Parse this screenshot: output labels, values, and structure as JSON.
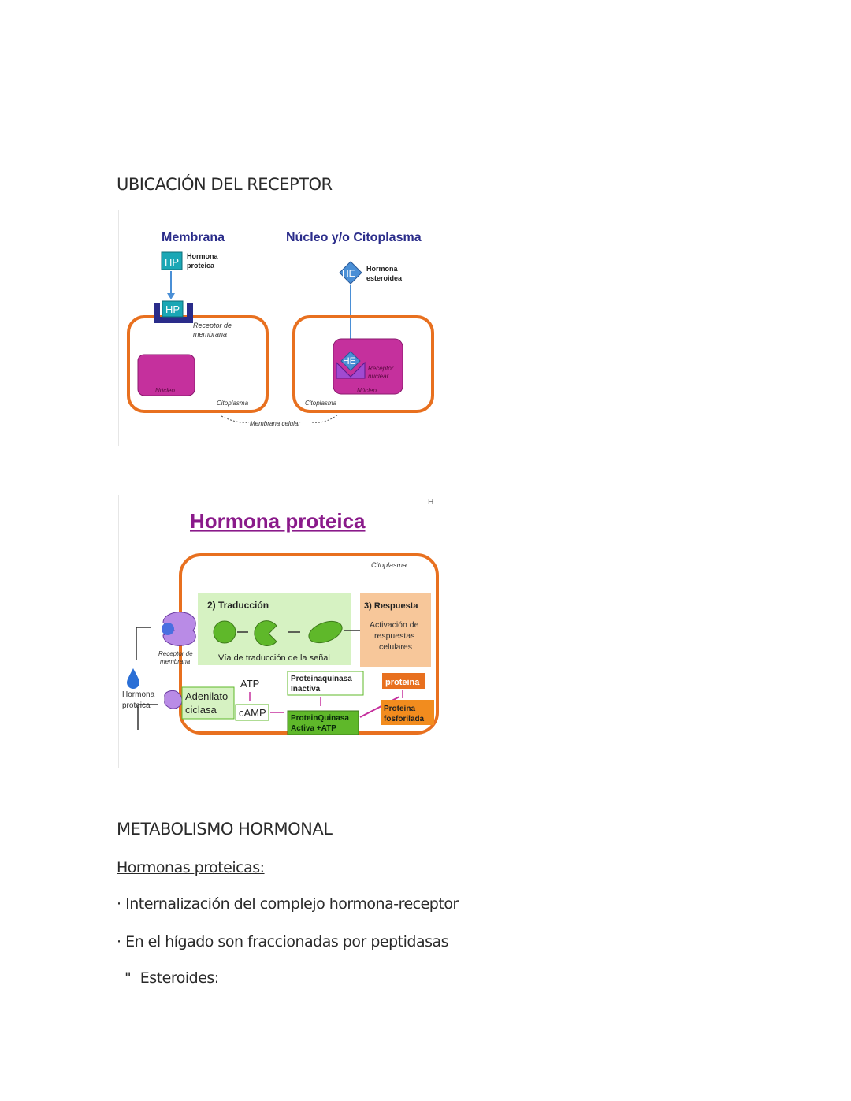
{
  "section1": {
    "heading": "UBICACIÓN DEL RECEPTOR"
  },
  "figure1": {
    "membrana_title": "Membrana",
    "nucleo_title": "Núcleo y/o Citoplasma",
    "hp": "HP",
    "hormona_proteica_1": "Hormona",
    "hormona_proteica_2": "proteica",
    "receptor_membrana_1": "Receptor de",
    "receptor_membrana_2": "membrana",
    "nucleo_label": "Núcleo",
    "citoplasma_label": "Citoplasma",
    "he": "HE",
    "hormona_esteroidea_1": "Hormona",
    "hormona_esteroidea_2": "esteroidea",
    "receptor_nuclear_1": "Receptor",
    "receptor_nuclear_2": "nuclear",
    "membrana_celular": "Membrana celular"
  },
  "figure2": {
    "corner_mark": "H",
    "title": "Hormona proteica",
    "citoplasma": "Citoplasma",
    "traduccion": "2) Traducción",
    "respuesta": "3) Respuesta",
    "activacion_1": "Activación de",
    "activacion_2": "respuestas",
    "activacion_3": "celulares",
    "via": "Vía de traducción de la señal",
    "receptor_1": "Receptor de",
    "receptor_2": "membrana",
    "hormona_1": "Hormona",
    "hormona_2": "proteica",
    "adenilato_1": "Adenilato",
    "adenilato_2": "ciclasa",
    "atp": "ATP",
    "camp": "cAMP",
    "pk_inactiva_1": "Proteinaquinasa",
    "pk_inactiva_2": "Inactiva",
    "pk_activa_1": "ProteinQuinasa",
    "pk_activa_2": "Activa +ATP",
    "proteina": "proteina",
    "fosf_1": "Proteina",
    "fosf_2": "fosforilada"
  },
  "section2": {
    "heading": "METABOLISMO HORMONAL",
    "subheading": "Hormonas proteicas:",
    "bullets": [
      "Internalización del complejo hormona-receptor",
      "En el hígado son fraccionadas por peptidasas"
    ],
    "ditto_mark": "\"",
    "esteroides": "Esteroides:"
  },
  "colors": {
    "orange": "#e8701f",
    "magenta": "#c5309d",
    "teal": "#1aa7b5",
    "navy": "#2a2c8a",
    "purple_title": "#8a1a8a",
    "light_green": "#d6f2c2",
    "peach": "#f7c79a",
    "green_shape": "#5fb82a"
  }
}
